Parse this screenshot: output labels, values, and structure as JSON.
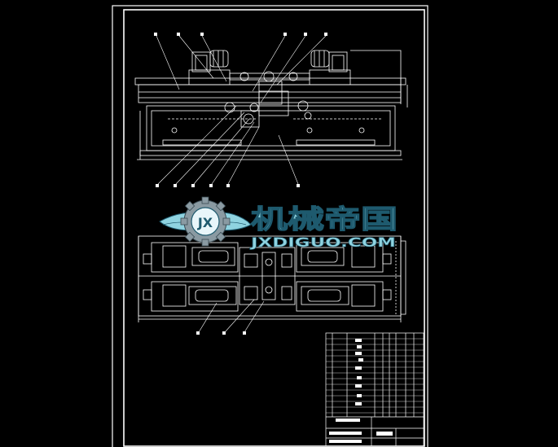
{
  "watermark": {
    "title": "机械帝国",
    "subtitle": "JXDIGUO.COM",
    "badge": "JX"
  },
  "colors": {
    "background": "#000000",
    "line": "#ffffff",
    "watermark_fill": "#8fd3e0",
    "watermark_dark": "#1e5a6e",
    "watermark_grey": "#8a9aa2"
  }
}
